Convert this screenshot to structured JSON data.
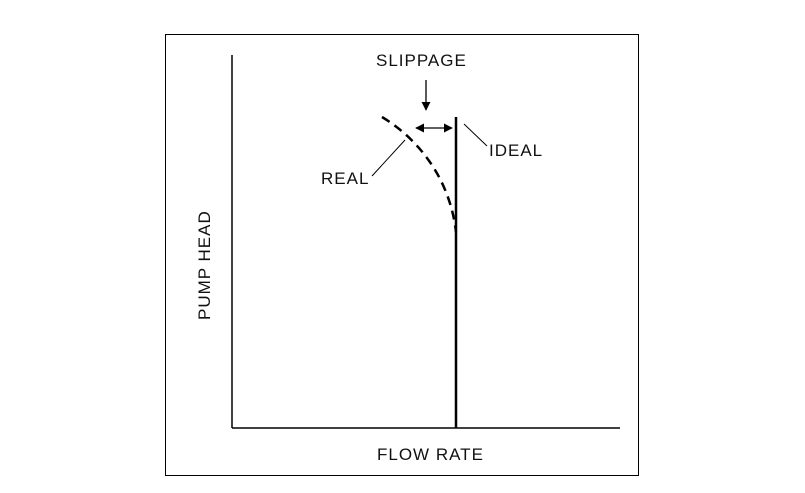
{
  "diagram": {
    "labels": {
      "slippage": "SLIPPAGE",
      "ideal": "IDEAL",
      "real": "REAL",
      "y_axis": "PUMP HEAD",
      "x_axis": "FLOW RATE"
    },
    "colors": {
      "line": "#000000",
      "frame": "#000000",
      "background": "#ffffff"
    }
  }
}
